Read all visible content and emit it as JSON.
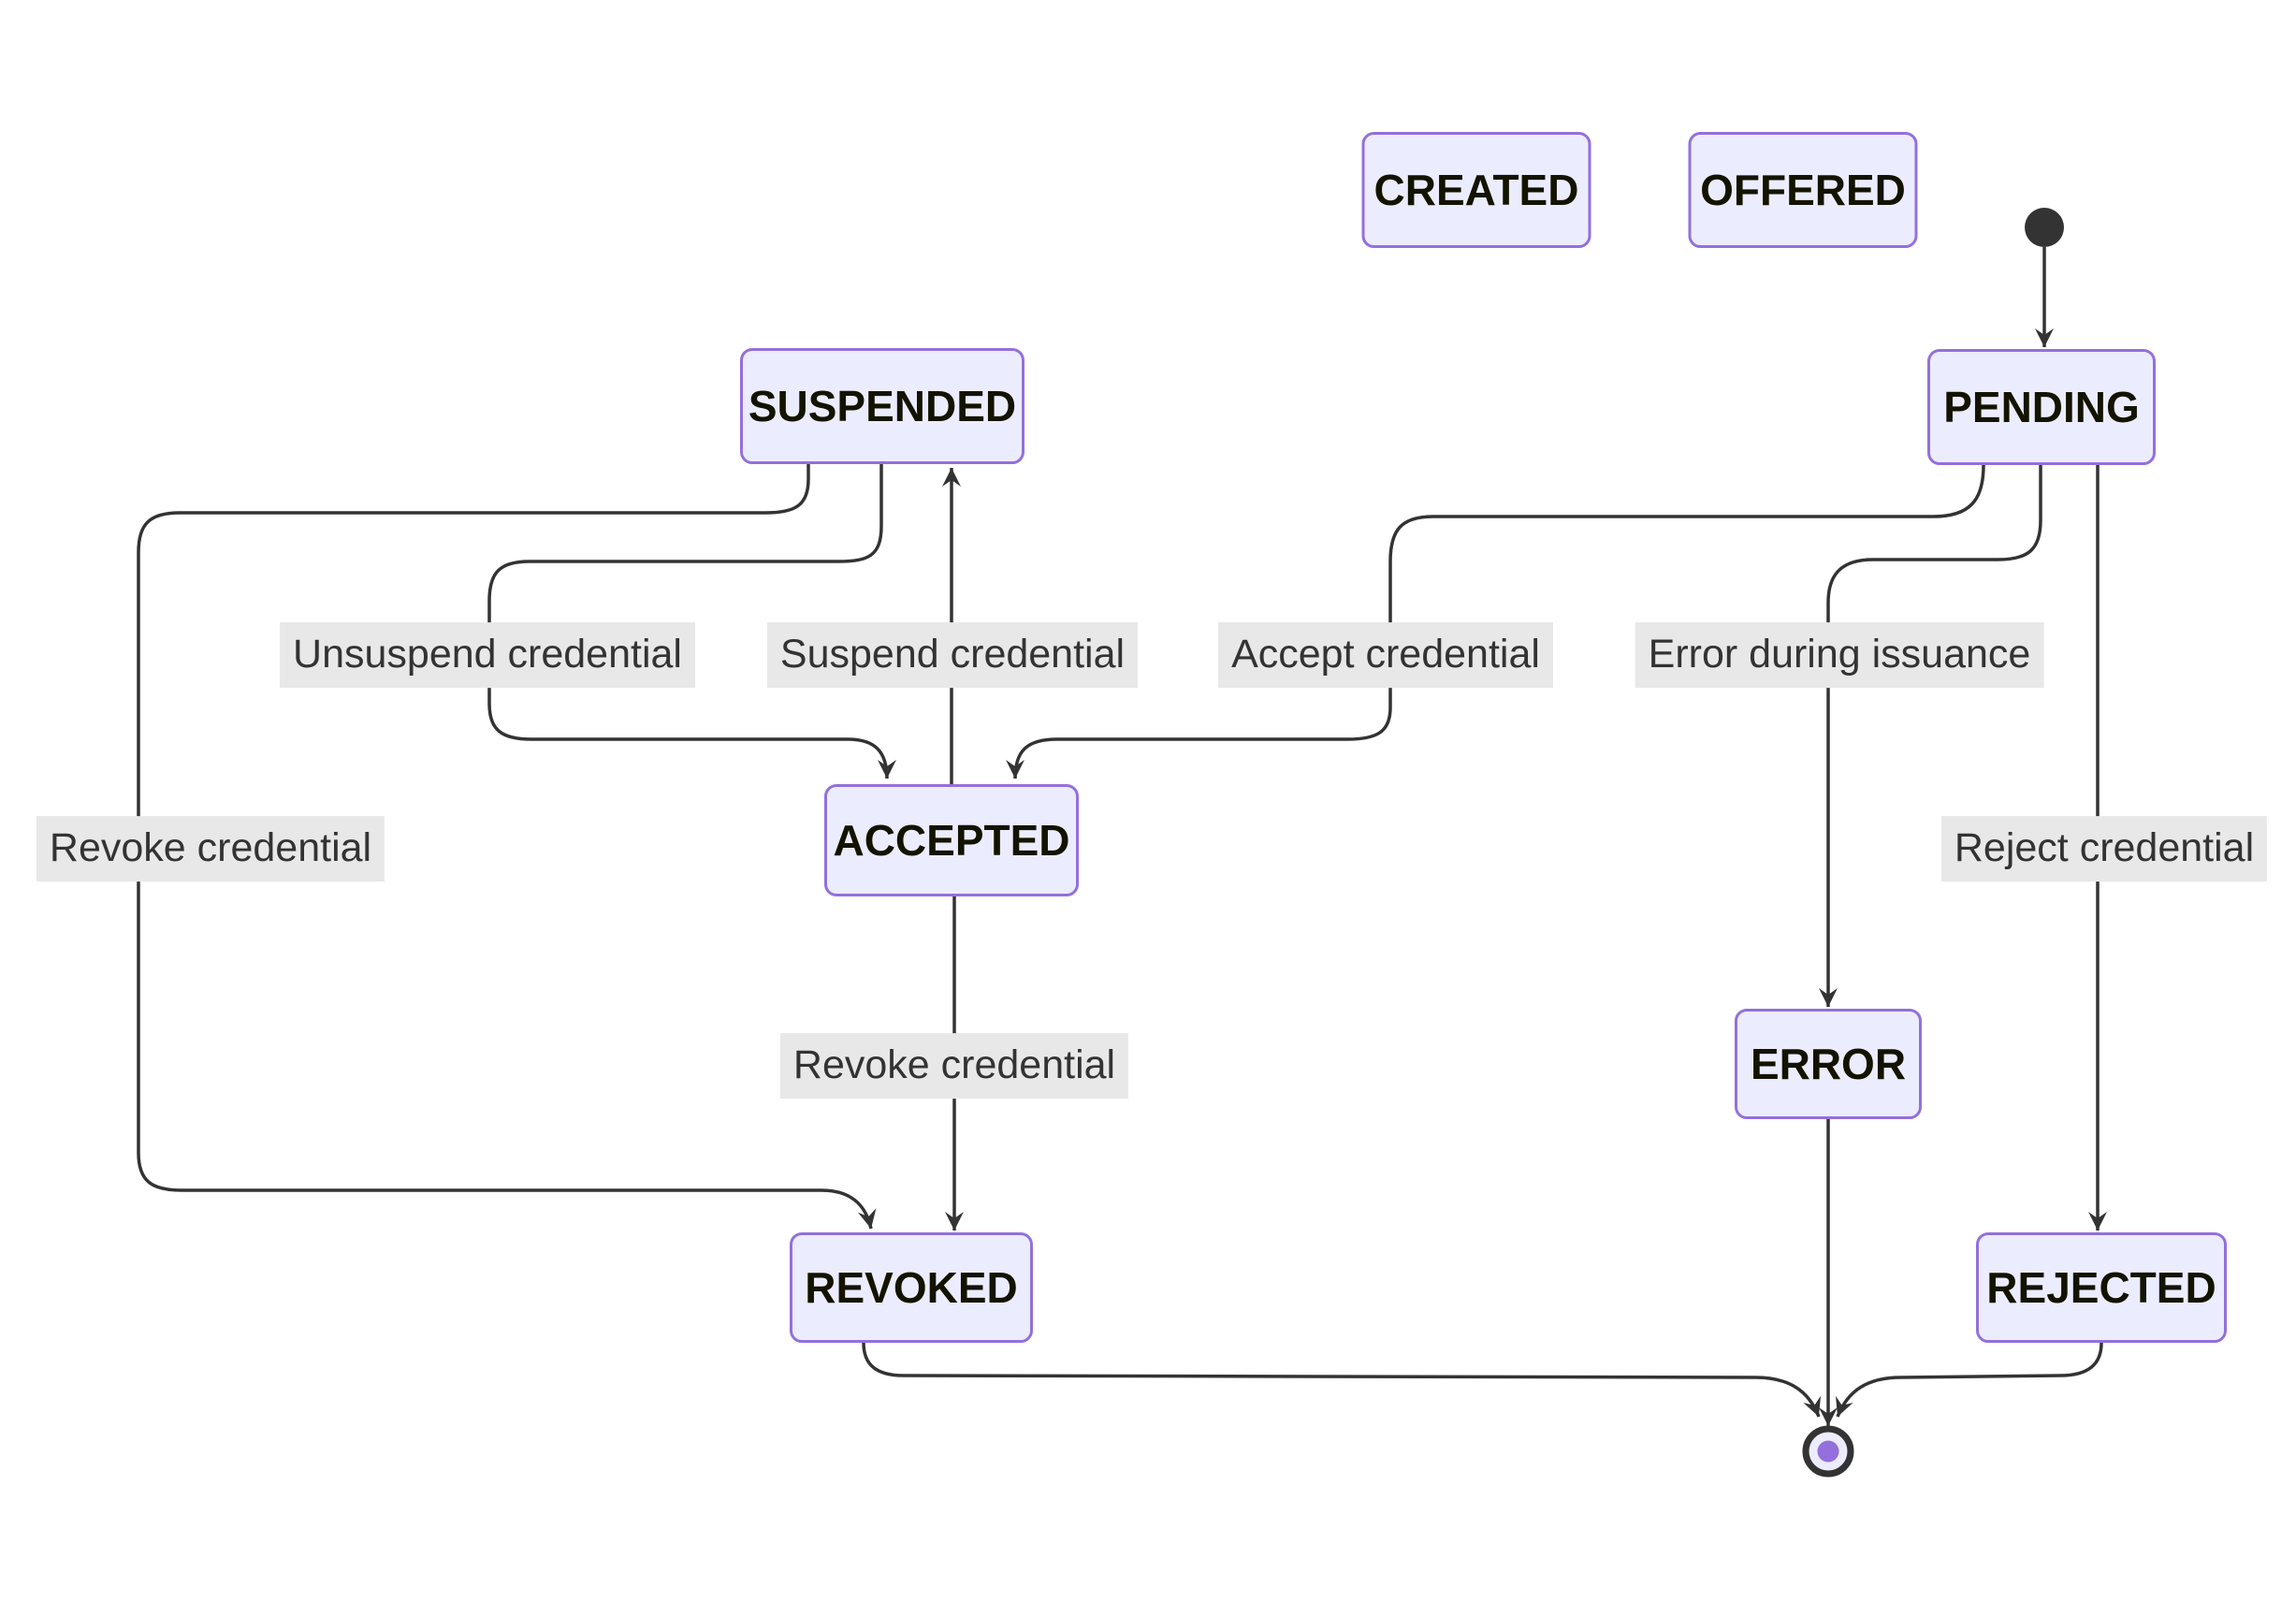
{
  "diagram": {
    "type": "state-diagram",
    "description": "Credential lifecycle state machine",
    "states": [
      {
        "id": "CREATED",
        "label": "CREATED"
      },
      {
        "id": "OFFERED",
        "label": "OFFERED"
      },
      {
        "id": "PENDING",
        "label": "PENDING"
      },
      {
        "id": "SUSPENDED",
        "label": "SUSPENDED"
      },
      {
        "id": "ACCEPTED",
        "label": "ACCEPTED"
      },
      {
        "id": "ERROR",
        "label": "ERROR"
      },
      {
        "id": "REVOKED",
        "label": "REVOKED"
      },
      {
        "id": "REJECTED",
        "label": "REJECTED"
      }
    ],
    "transitions": [
      {
        "from": "[*]",
        "to": "PENDING",
        "label": ""
      },
      {
        "from": "SUSPENDED",
        "to": "ACCEPTED",
        "label": "Unsuspend credential"
      },
      {
        "from": "ACCEPTED",
        "to": "SUSPENDED",
        "label": "Suspend credential"
      },
      {
        "from": "PENDING",
        "to": "ACCEPTED",
        "label": "Accept credential"
      },
      {
        "from": "PENDING",
        "to": "ERROR",
        "label": "Error during issuance"
      },
      {
        "from": "SUSPENDED",
        "to": "REVOKED",
        "label": "Revoke credential"
      },
      {
        "from": "PENDING",
        "to": "REJECTED",
        "label": "Reject credential"
      },
      {
        "from": "ACCEPTED",
        "to": "REVOKED",
        "label": "Revoke credential"
      },
      {
        "from": "REVOKED",
        "to": "[*]",
        "label": ""
      },
      {
        "from": "ERROR",
        "to": "[*]",
        "label": ""
      },
      {
        "from": "REJECTED",
        "to": "[*]",
        "label": ""
      }
    ],
    "colors": {
      "state_fill": "#ECECFF",
      "state_border": "#9370DB",
      "state_text": "#131300",
      "edge_stroke": "#333333",
      "edge_label_bg": "#e8e8e8",
      "edge_label_text": "#333333",
      "initial_dot": "#333333",
      "final_inner_dot": "#9370DB",
      "background": "#ffffff"
    }
  }
}
